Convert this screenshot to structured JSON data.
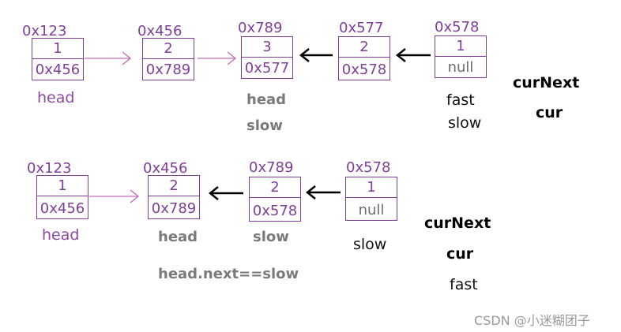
{
  "row1": {
    "nodes": [
      {
        "addr": "0x123",
        "val": "1",
        "next": "0x456"
      },
      {
        "addr": "0x456",
        "val": "2",
        "next": "0x789"
      },
      {
        "addr": "0x789",
        "val": "3",
        "next": "0x577"
      },
      {
        "addr": "0x577",
        "val": "2",
        "next": "0x578"
      },
      {
        "addr": "0x578",
        "val": "1",
        "next": "null"
      }
    ],
    "labels": {
      "head": "head",
      "head2": "head",
      "slow": "slow",
      "fast": "fast",
      "slow2": "slow",
      "curNext": "curNext",
      "cur": "cur"
    }
  },
  "row2": {
    "nodes": [
      {
        "addr": "0x123",
        "val": "1",
        "next": "0x456"
      },
      {
        "addr": "0x456",
        "val": "2",
        "next": "0x789"
      },
      {
        "addr": "0x789",
        "val": "2",
        "next": "0x578"
      },
      {
        "addr": "0x578",
        "val": "1",
        "next": "null"
      }
    ],
    "labels": {
      "head": "head",
      "head2": "head",
      "slow": "slow",
      "slow2": "slow",
      "condition": "head.next==slow",
      "curNext": "curNext",
      "cur": "cur",
      "fast": "fast"
    }
  },
  "watermark": "CSDN @小迷糊团子",
  "colors": {
    "node": "#7f3f98",
    "arrow_forward": "#c06ab8",
    "arrow_back": "#000000"
  }
}
